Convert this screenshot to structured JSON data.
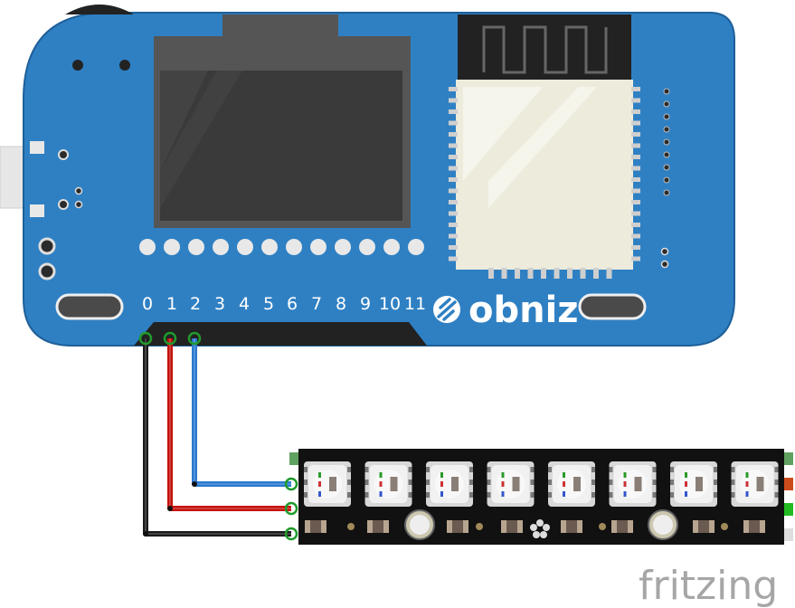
{
  "board": {
    "brand": "obniz",
    "pin_labels": [
      "0",
      "1",
      "2",
      "3",
      "4",
      "5",
      "6",
      "7",
      "8",
      "9",
      "10",
      "11"
    ],
    "colors": {
      "body": "#2f80c3",
      "body_edge": "#1e5f99",
      "screen": "#3b3b3b"
    }
  },
  "wires": [
    {
      "from_pin": "0",
      "color": "#1a1a1a",
      "name": "gnd-wire"
    },
    {
      "from_pin": "1",
      "color": "#c5120d",
      "name": "vcc-wire"
    },
    {
      "from_pin": "2",
      "color": "#2979d0",
      "name": "data-wire"
    }
  ],
  "led_strip": {
    "led_count": 8,
    "color": "#111111",
    "led_body": "#f1f1f1"
  },
  "watermark": "fritzing"
}
